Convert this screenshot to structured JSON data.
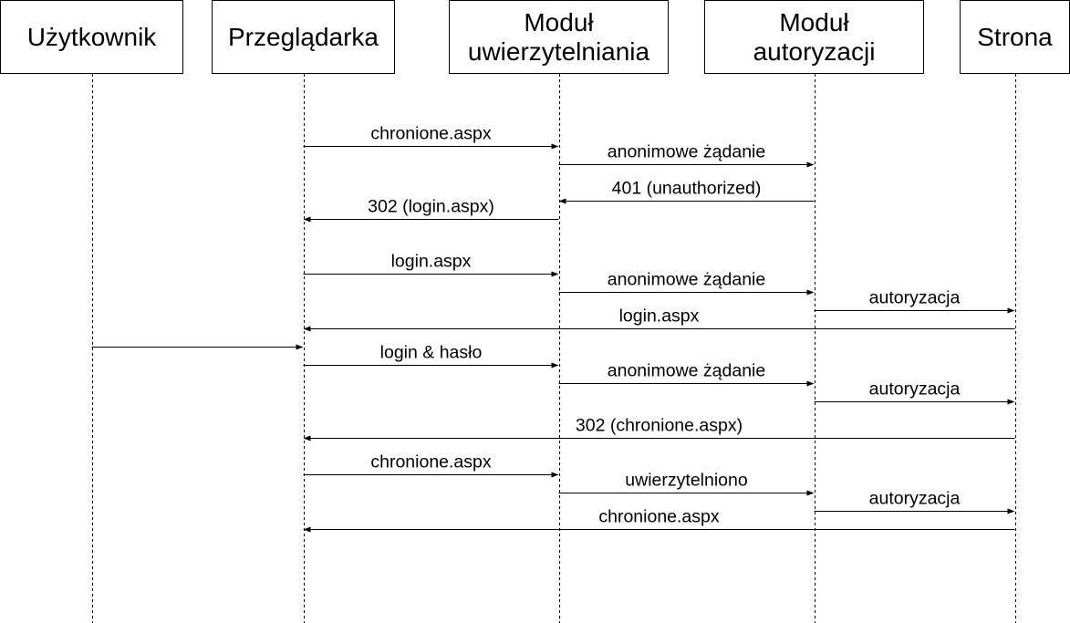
{
  "participants": [
    {
      "id": "user",
      "label": [
        "Użytkownik"
      ]
    },
    {
      "id": "browser",
      "label": [
        "Przeglądarka"
      ]
    },
    {
      "id": "authn",
      "label": [
        "Moduł",
        "uwierzytelniania"
      ]
    },
    {
      "id": "authz",
      "label": [
        "Moduł",
        "autoryzacji"
      ]
    },
    {
      "id": "page",
      "label": [
        "Strona"
      ]
    }
  ],
  "messages": [
    {
      "from": "browser",
      "to": "authn",
      "label": "chronione.aspx"
    },
    {
      "from": "authn",
      "to": "authz",
      "label": "anonimowe żądanie"
    },
    {
      "from": "authz",
      "to": "authn",
      "label": "401 (unauthorized)"
    },
    {
      "from": "authn",
      "to": "browser",
      "label": "302 (login.aspx)"
    },
    {
      "from": "browser",
      "to": "authn",
      "label": "login.aspx"
    },
    {
      "from": "authn",
      "to": "authz",
      "label": "anonimowe żądanie"
    },
    {
      "from": "authz",
      "to": "page",
      "label": "autoryzacja"
    },
    {
      "from": "page",
      "to": "browser",
      "label": "login.aspx"
    },
    {
      "from": "user",
      "to": "browser",
      "label": ""
    },
    {
      "from": "browser",
      "to": "authn",
      "label": "login & hasło"
    },
    {
      "from": "authn",
      "to": "authz",
      "label": "anonimowe żądanie"
    },
    {
      "from": "authz",
      "to": "page",
      "label": "autoryzacja"
    },
    {
      "from": "page",
      "to": "browser",
      "label": "302 (chronione.aspx)"
    },
    {
      "from": "browser",
      "to": "authn",
      "label": "chronione.aspx"
    },
    {
      "from": "authn",
      "to": "authz",
      "label": "uwierzytelniono"
    },
    {
      "from": "authz",
      "to": "page",
      "label": "autoryzacja"
    },
    {
      "from": "page",
      "to": "browser",
      "label": "chronione.aspx"
    }
  ]
}
